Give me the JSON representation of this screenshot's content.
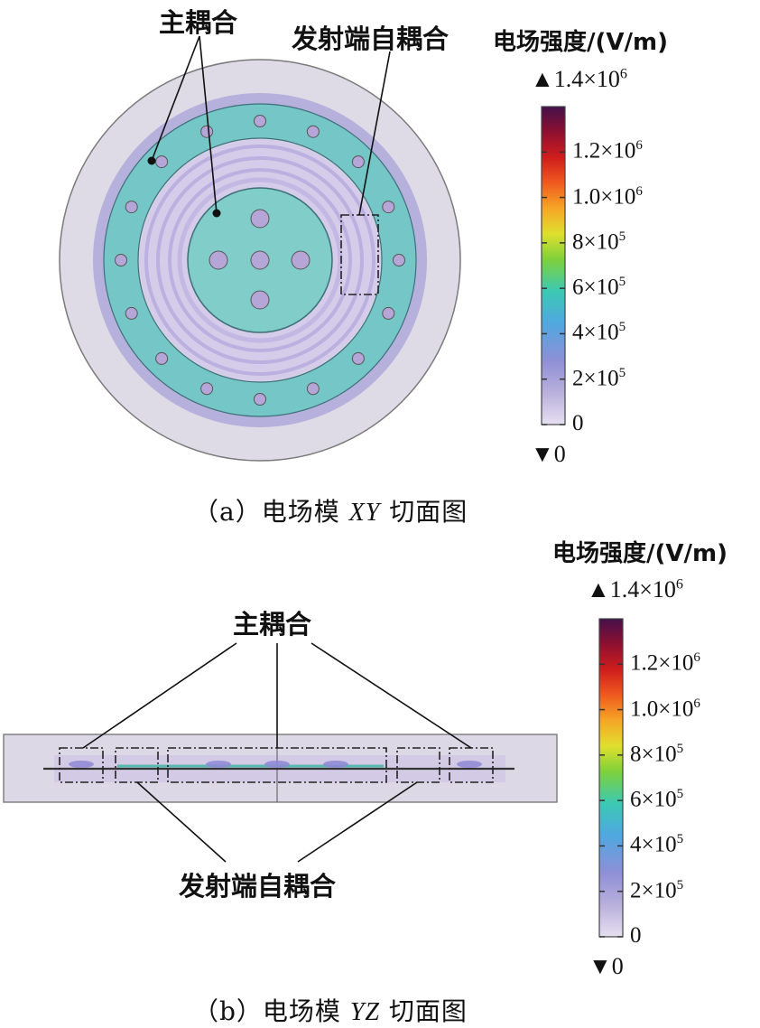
{
  "panel_a": {
    "label_main": "主耦合",
    "label_self": "发射端自耦合",
    "caption_prefix": "（a）电场模 ",
    "caption_italic": "XY",
    "caption_suffix": " 切面图"
  },
  "panel_b": {
    "label_main": "主耦合",
    "label_self": "发射端自耦合",
    "caption_prefix": "（b）电场模 ",
    "caption_italic": "YZ",
    "caption_suffix": " 切面图"
  },
  "colorbar": {
    "title": "电场强度/(V/m)",
    "max_label": "▲1.4×10",
    "max_exp": "6",
    "min_label": "▼0",
    "ticks": [
      {
        "mant": "1.2×10",
        "exp": "6"
      },
      {
        "mant": "1.0×10",
        "exp": "6"
      },
      {
        "mant": "8×10",
        "exp": "5"
      },
      {
        "mant": "6×10",
        "exp": "5"
      },
      {
        "mant": "4×10",
        "exp": "5"
      },
      {
        "mant": "2×10",
        "exp": "5"
      },
      {
        "mant": "0",
        "exp": ""
      }
    ]
  }
}
